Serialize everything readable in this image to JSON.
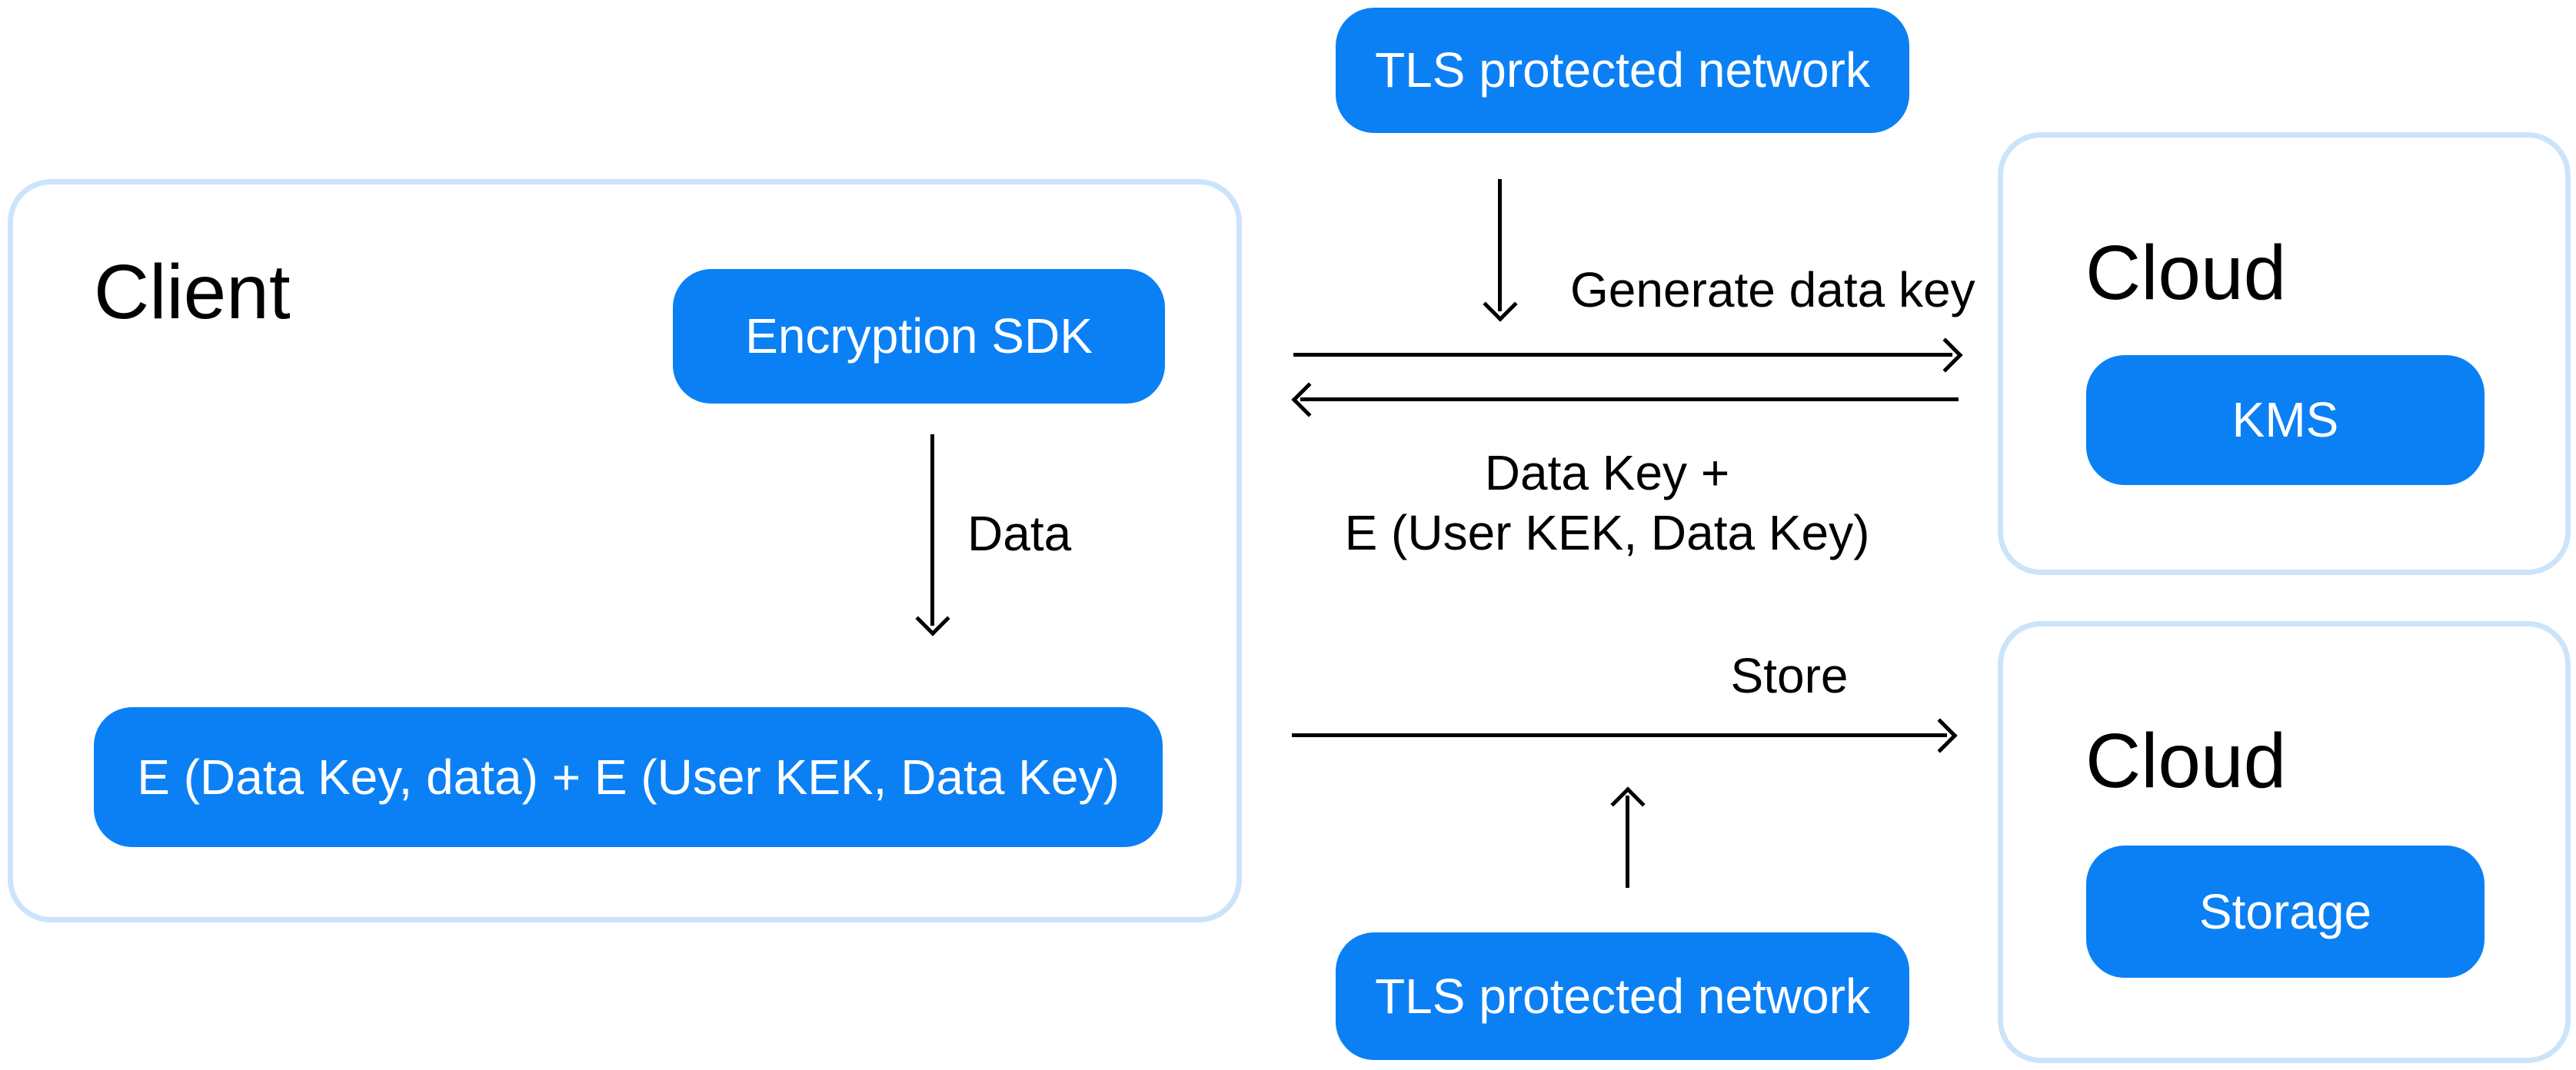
{
  "colors": {
    "accent": "#0b80f5",
    "containerBorder": "#cbe4fa",
    "line": "#000000",
    "textOnAccent": "#ffffff",
    "titleText": "#000000"
  },
  "containers": {
    "client": {
      "title": "Client"
    },
    "cloud_kms": {
      "title": "Cloud"
    },
    "cloud_storage": {
      "title": "Cloud"
    }
  },
  "nodes": {
    "tls_top": "TLS protected network",
    "tls_bottom": "TLS protected network",
    "encryption_sdk": "Encryption SDK",
    "encrypted_payload": "E (Data Key, data) + E (User KEK, Data Key)",
    "kms": "KMS",
    "storage": "Storage"
  },
  "labels": {
    "generate_data_key": "Generate data key",
    "data": "Data",
    "data_key_return_line1": "Data Key +",
    "data_key_return_line2": "E (User KEK, Data Key)",
    "store": "Store"
  }
}
